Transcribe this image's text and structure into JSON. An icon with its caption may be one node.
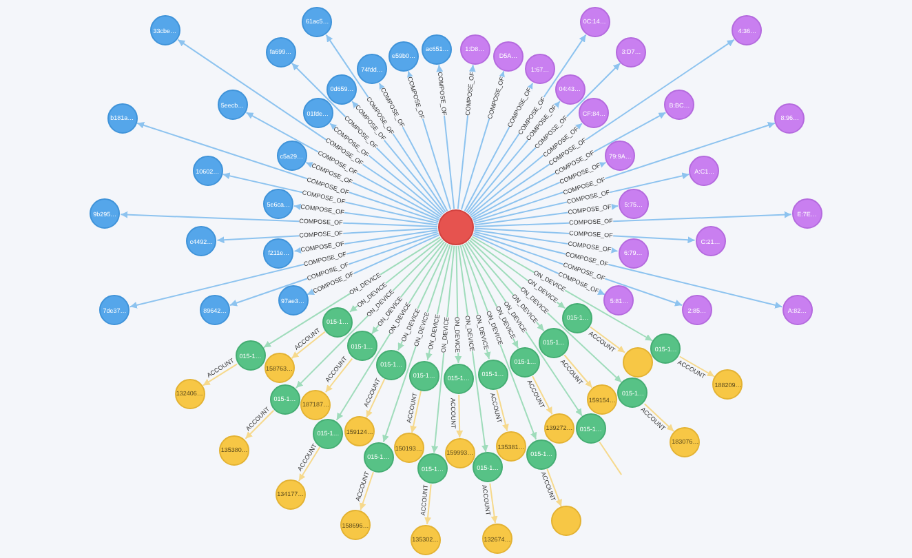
{
  "diagram": {
    "nodes": [
      {
        "text": [],
        "shape": "circle"
      },
      {
        "text": [
          "61ac5…"
        ]
      },
      {
        "text": [
          "33cbe…"
        ]
      },
      {
        "text": [
          "74fdd…"
        ]
      },
      {
        "text": [
          "ac651…"
        ]
      },
      {
        "text": [
          "5eecb…"
        ]
      },
      {
        "text": [
          "fa699…"
        ]
      },
      {
        "text": [
          "e59b0…"
        ]
      },
      {
        "text": [
          "5e6ca…"
        ]
      },
      {
        "text": [
          "10602…"
        ]
      },
      {
        "text": [
          "c5a29…"
        ]
      },
      {
        "text": [
          "01fde…"
        ]
      },
      {
        "text": [
          "0d659…"
        ]
      },
      {
        "text": [
          "b181a…"
        ]
      },
      {
        "text": [
          "c4492…"
        ]
      },
      {
        "text": [
          "9b295…"
        ]
      },
      {
        "text": [
          "f211e…"
        ]
      },
      {
        "text": [
          "7de37…"
        ]
      },
      {
        "text": [
          "89642…"
        ]
      },
      {
        "text": [
          "97ae3…"
        ]
      },
      {
        "text": [
          "1:D8…"
        ]
      },
      {
        "text": [
          "D5A…"
        ]
      },
      {
        "text": [
          "1:67…"
        ]
      },
      {
        "text": [
          "0C:14…"
        ]
      },
      {
        "text": [
          "04:43…"
        ]
      },
      {
        "text": [
          "3:D7…"
        ]
      },
      {
        "text": [
          "CF:84…"
        ]
      },
      {
        "text": [
          "4:36…"
        ]
      },
      {
        "text": [
          "B:BC…"
        ]
      },
      {
        "text": [
          "79:9A…"
        ]
      },
      {
        "text": [
          "A:C1…"
        ]
      },
      {
        "text": [
          "8:96…"
        ]
      },
      {
        "text": [
          "5:75…"
        ]
      },
      {
        "text": [
          "E:7E…"
        ]
      },
      {
        "text": [
          "C:21…"
        ]
      },
      {
        "text": [
          "6:79…"
        ]
      },
      {
        "text": [
          "A:82…"
        ]
      },
      {
        "text": [
          "2:85…"
        ]
      },
      {
        "text": [
          "5:81…"
        ]
      },
      {
        "text": [
          "015-1…"
        ]
      },
      {
        "text": [
          "015-1…"
        ]
      },
      {
        "text": [
          "015-1…"
        ]
      },
      {
        "text": [
          "015-1…"
        ]
      },
      {
        "text": [
          "015-1…"
        ]
      },
      {
        "text": [
          "015-1…"
        ]
      },
      {
        "text": [
          "015-1…"
        ]
      },
      {
        "text": [
          "015-1…"
        ]
      },
      {
        "text": [
          "015-1…"
        ]
      },
      {
        "text": [
          "015-1…"
        ]
      },
      {
        "text": [
          "015-1…"
        ]
      },
      {
        "text": [
          "015-1…"
        ]
      },
      {
        "text": [
          "015-1…"
        ]
      },
      {
        "text": [
          "015-1…"
        ]
      },
      {
        "text": [
          "015-1…"
        ]
      },
      {
        "text": [
          "015-1…"
        ]
      },
      {
        "text": [
          "015-1…"
        ]
      },
      {
        "text": [
          "015-1…"
        ]
      },
      {
        "text": [
          "015-1…"
        ]
      },
      {
        "text": [
          "132406…"
        ]
      },
      {
        "text": [
          "158763…"
        ]
      },
      {
        "text": [
          "187187…"
        ]
      },
      {
        "text": [
          "135380…"
        ]
      },
      {
        "text": [
          "134177…"
        ]
      },
      {
        "text": [
          "159124…"
        ]
      },
      {
        "text": [
          "158696…"
        ]
      },
      {
        "text": [
          "150193…"
        ]
      },
      {
        "text": [
          "135302…"
        ]
      },
      {
        "text": [
          "159993…"
        ]
      },
      {
        "text": [
          "132674…"
        ]
      },
      {
        "text": [
          "135381…"
        ]
      },
      {
        "text": [
          "139272…"
        ]
      },
      {
        "text": [
          "159154…"
        ]
      },
      {
        "text": [
          "183076…"
        ]
      },
      {
        "text": [
          "188209…"
        ]
      },
      {
        "text": [],
        "shape": "circle"
      },
      {
        "text": [],
        "shape": "circle"
      }
    ],
    "edges": [
      {
        "from": 0,
        "to": 1,
        "arrow": "to",
        "label": "COMPOSE_OF"
      },
      {
        "from": 0,
        "to": 2,
        "arrow": "to",
        "label": "COMPOSE_OF"
      },
      {
        "from": 0,
        "to": 3,
        "arrow": "to",
        "label": "COMPOSE_OF"
      },
      {
        "from": 0,
        "to": 4,
        "arrow": "to",
        "label": "COMPOSE_OF"
      },
      {
        "from": 0,
        "to": 5,
        "arrow": "to",
        "label": "COMPOSE_OF"
      },
      {
        "from": 0,
        "to": 6,
        "arrow": "to",
        "label": "COMPOSE_OF"
      },
      {
        "from": 0,
        "to": 7,
        "arrow": "to",
        "label": "COMPOSE_OF"
      },
      {
        "from": 0,
        "to": 8,
        "arrow": "to",
        "label": "COMPOSE_OF"
      },
      {
        "from": 0,
        "to": 9,
        "arrow": "to",
        "label": "COMPOSE_OF"
      },
      {
        "from": 0,
        "to": 10,
        "arrow": "to",
        "label": "COMPOSE_OF"
      },
      {
        "from": 0,
        "to": 11,
        "arrow": "to",
        "label": "COMPOSE_OF"
      },
      {
        "from": 0,
        "to": 12,
        "arrow": "to",
        "label": "COMPOSE_OF"
      },
      {
        "from": 0,
        "to": 13,
        "arrow": "to",
        "label": "COMPOSE_OF"
      },
      {
        "from": 0,
        "to": 14,
        "arrow": "to",
        "label": "COMPOSE_OF"
      },
      {
        "from": 0,
        "to": 15,
        "arrow": "to",
        "label": "COMPOSE_OF"
      },
      {
        "from": 0,
        "to": 16,
        "arrow": "to",
        "label": "COMPOSE_OF"
      },
      {
        "from": 0,
        "to": 17,
        "arrow": "to",
        "label": "COMPOSE_OF"
      },
      {
        "from": 0,
        "to": 18,
        "arrow": "to",
        "label": "COMPOSE_OF"
      },
      {
        "from": 0,
        "to": 19,
        "arrow": "to",
        "label": "COMPOSE_OF"
      },
      {
        "from": 0,
        "to": 20,
        "arrow": "to",
        "label": "COMPOSE_OF"
      },
      {
        "from": 0,
        "to": 21,
        "arrow": "to",
        "label": "COMPOSE_OF"
      },
      {
        "from": 0,
        "to": 22,
        "arrow": "to",
        "label": "COMPOSE_OF"
      },
      {
        "from": 0,
        "to": 23,
        "arrow": "to",
        "label": "COMPOSE_OF"
      },
      {
        "from": 0,
        "to": 24,
        "arrow": "to",
        "label": "COMPOSE_OF"
      },
      {
        "from": 0,
        "to": 25,
        "arrow": "to",
        "label": "COMPOSE_OF"
      },
      {
        "from": 0,
        "to": 26,
        "arrow": "to",
        "label": "COMPOSE_OF"
      },
      {
        "from": 0,
        "to": 27,
        "arrow": "to",
        "label": "COMPOSE_OF"
      },
      {
        "from": 0,
        "to": 28,
        "arrow": "to",
        "label": "COMPOSE_OF"
      },
      {
        "from": 0,
        "to": 29,
        "arrow": "to",
        "label": "COMPOSE_OF"
      },
      {
        "from": 0,
        "to": 30,
        "arrow": "to",
        "label": "COMPOSE_OF"
      },
      {
        "from": 0,
        "to": 31,
        "arrow": "to",
        "label": "COMPOSE_OF"
      },
      {
        "from": 0,
        "to": 32,
        "arrow": "to",
        "label": "COMPOSE_OF"
      },
      {
        "from": 0,
        "to": 33,
        "arrow": "to",
        "label": "COMPOSE_OF"
      },
      {
        "from": 0,
        "to": 34,
        "arrow": "to",
        "label": "COMPOSE_OF"
      },
      {
        "from": 0,
        "to": 35,
        "arrow": "to",
        "label": "COMPOSE_OF"
      },
      {
        "from": 0,
        "to": 36,
        "arrow": "to",
        "label": "COMPOSE_OF"
      },
      {
        "from": 0,
        "to": 37,
        "arrow": "to",
        "label": "COMPOSE_OF"
      },
      {
        "from": 0,
        "to": 38,
        "arrow": "to",
        "label": "COMPOSE_OF"
      },
      {
        "from": 0,
        "to": 39,
        "arrow": "to",
        "label": "ON_DEVICE",
        "color": "#9fdcbb"
      },
      {
        "from": 0,
        "to": 40,
        "arrow": "to",
        "label": "ON_DEVICE",
        "color": "#9fdcbb"
      },
      {
        "from": 0,
        "to": 41,
        "arrow": "to",
        "label": "ON_DEVICE",
        "color": "#9fdcbb"
      },
      {
        "from": 0,
        "to": 42,
        "arrow": "to",
        "label": "ON_DEVICE",
        "color": "#9fdcbb"
      },
      {
        "from": 0,
        "to": 43,
        "arrow": "to",
        "label": "ON_DEVICE",
        "color": "#9fdcbb"
      },
      {
        "from": 0,
        "to": 44,
        "arrow": "to",
        "label": "ON_DEVICE",
        "color": "#9fdcbb"
      },
      {
        "from": 0,
        "to": 45,
        "arrow": "to",
        "label": "ON_DEVICE",
        "color": "#9fdcbb"
      },
      {
        "from": 0,
        "to": 46,
        "arrow": "to",
        "label": "ON_DEVICE",
        "color": "#9fdcbb"
      },
      {
        "from": 0,
        "to": 47,
        "arrow": "to",
        "label": "ON_DEVICE",
        "color": "#9fdcbb"
      },
      {
        "from": 0,
        "to": 48,
        "arrow": "to",
        "label": "ON_DEVICE",
        "color": "#9fdcbb"
      },
      {
        "from": 0,
        "to": 49,
        "arrow": "to",
        "label": "ON_DEVICE",
        "color": "#9fdcbb"
      },
      {
        "from": 0,
        "to": 50,
        "arrow": "to",
        "label": "ON_DEVICE",
        "color": "#9fdcbb"
      },
      {
        "from": 0,
        "to": 51,
        "arrow": "to",
        "label": "ON_DEVICE",
        "color": "#9fdcbb"
      },
      {
        "from": 0,
        "to": 52,
        "arrow": "to",
        "label": "ON_DEVICE",
        "color": "#9fdcbb"
      },
      {
        "from": 0,
        "to": 53,
        "arrow": "to",
        "label": "ON_DEVICE",
        "color": "#9fdcbb"
      },
      {
        "from": 0,
        "to": 54,
        "arrow": "to",
        "label": "ON_DEVICE",
        "color": "#9fdcbb"
      },
      {
        "from": 0,
        "to": 55,
        "arrow": "to",
        "label": "ON_DEVICE",
        "color": "#9fdcbb"
      },
      {
        "from": 0,
        "to": 56,
        "arrow": "to",
        "label": "ON_DEVICE",
        "color": "#9fdcbb"
      },
      {
        "from": 0,
        "to": 57,
        "arrow": "to",
        "label": "ON_DEVICE",
        "color": "#9fdcbb"
      },
      {
        "from": 39,
        "to": 58,
        "arrow": "to",
        "label": "ACCOUNT",
        "color": "#f6d98c"
      },
      {
        "from": 40,
        "to": 60,
        "arrow": "to",
        "label": "ACCOUNT",
        "color": "#f6d98c"
      },
      {
        "from": 41,
        "to": 59,
        "arrow": "to",
        "label": "ACCOUNT",
        "color": "#f6d98c"
      },
      {
        "from": 42,
        "to": 61,
        "arrow": "to",
        "label": "ACCOUNT",
        "color": "#f6d98c"
      },
      {
        "from": 43,
        "to": 62,
        "arrow": "to",
        "label": "ACCOUNT",
        "color": "#f6d98c"
      },
      {
        "from": 44,
        "to": 63,
        "arrow": "to",
        "label": "ACCOUNT",
        "color": "#f6d98c"
      },
      {
        "from": 45,
        "to": 64,
        "arrow": "to",
        "label": "ACCOUNT",
        "color": "#f6d98c"
      },
      {
        "from": 46,
        "to": 65,
        "arrow": "to",
        "label": "ACCOUNT",
        "color": "#f6d98c"
      },
      {
        "from": 47,
        "to": 66,
        "arrow": "to",
        "label": "ACCOUNT",
        "color": "#f6d98c"
      },
      {
        "from": 48,
        "to": 67,
        "arrow": "to",
        "label": "ACCOUNT",
        "color": "#f6d98c"
      },
      {
        "from": 49,
        "to": 68,
        "arrow": "to",
        "label": "ACCOUNT",
        "color": "#f6d98c"
      },
      {
        "from": 50,
        "to": 69,
        "arrow": "to",
        "label": "ACCOUNT",
        "color": "#f6d98c"
      },
      {
        "from": 51,
        "to": 70,
        "arrow": "to",
        "label": "ACCOUNT",
        "color": "#f6d98c"
      },
      {
        "from": 52,
        "to": 71,
        "arrow": "to",
        "label": "ACCOUNT",
        "color": "#f6d98c"
      },
      {
        "from": 53,
        "to": 74,
        "arrow": "to",
        "label": "ACCOUNT",
        "color": "#f6d98c"
      },
      {
        "from": 54,
        "to": 72,
        "arrow": "to",
        "label": "ACCOUNT",
        "color": "#f6d98c"
      },
      {
        "from": 55,
        "to": 73,
        "arrow": "to",
        "label": "ACCOUNT",
        "color": "#f6d98c"
      },
      {
        "from": 56,
        "to": 75,
        "arrow": "to",
        "label": "ACCOUNT",
        "color": "#f6d98c"
      },
      {
        "from": 57,
        "to": null,
        "arrow": "none",
        "color": "#f6d98c"
      }
    ]
  }
}
